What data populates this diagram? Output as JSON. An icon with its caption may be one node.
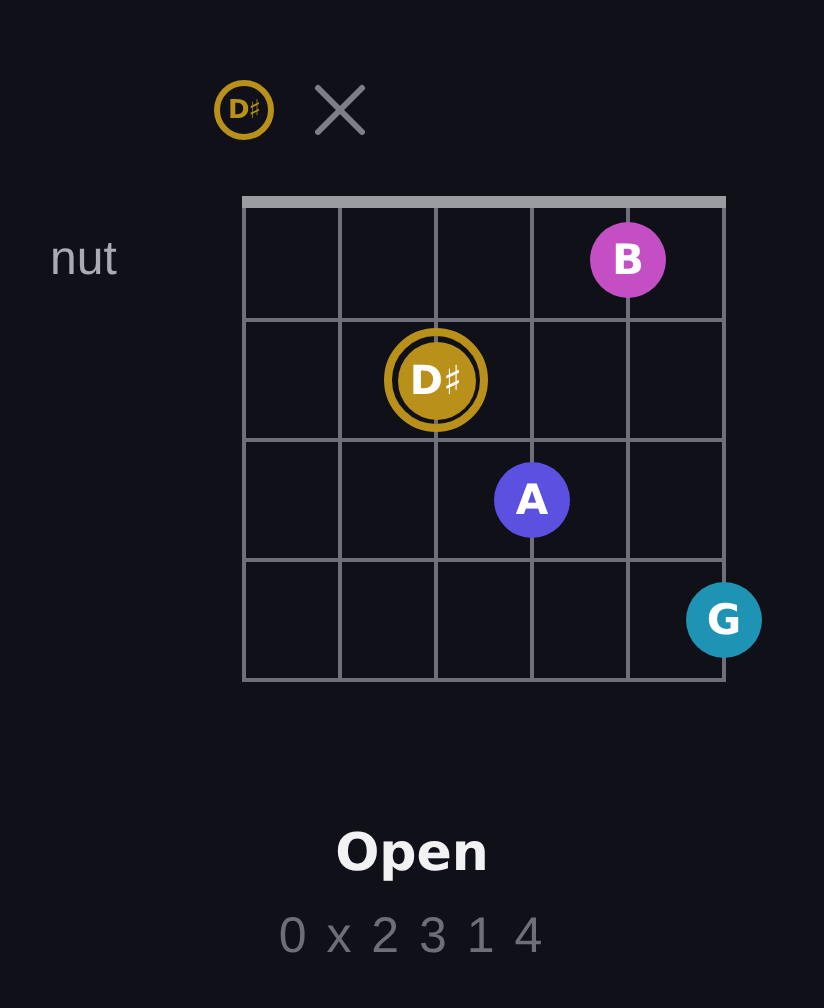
{
  "diagram": {
    "title": "Open",
    "nodes": [
      {
        "text": [
          "D♯"
        ]
      },
      {
        "text": [
          "B"
        ]
      },
      {
        "text": [
          "D♯"
        ]
      },
      {
        "text": [
          "A"
        ]
      },
      {
        "text": [
          "G"
        ]
      }
    ],
    "labels": [
      "nut",
      "0 x 2 3 1 4"
    ]
  }
}
